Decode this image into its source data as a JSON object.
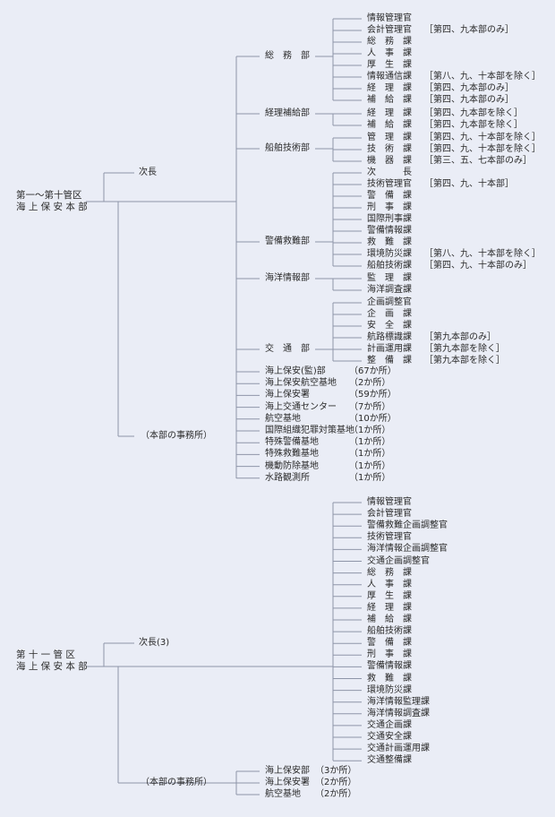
{
  "hq1": {
    "line1": "第一〜第十管区",
    "line2": "海 上 保 安 本 部",
    "deputy": "次長",
    "departments": {
      "soumu": "総　務　部",
      "keiri": "経理補給部",
      "senpaku": "船舶技術部",
      "keibi": "警備救難部",
      "kaiyou": "海洋情報部",
      "koutsu": "交　通　部"
    },
    "soumu_items": [
      {
        "name": "情報管理官",
        "note": ""
      },
      {
        "name": "会計管理官",
        "note": "［第四、九本部のみ］"
      },
      {
        "name": "総　務　課",
        "note": ""
      },
      {
        "name": "人　事　課",
        "note": ""
      },
      {
        "name": "厚　生　課",
        "note": ""
      },
      {
        "name": "情報通信課",
        "note": "［第八、九、十本部を除く］"
      },
      {
        "name": "経　理　課",
        "note": "［第四、九本部のみ］"
      },
      {
        "name": "補　給　課",
        "note": "［第四、九本部のみ］"
      }
    ],
    "keiri_items": [
      {
        "name": "経　理　課",
        "note": "［第四、九本部を除く］"
      },
      {
        "name": "補　給　課",
        "note": "［第四、九本部を除く］"
      }
    ],
    "senpaku_items": [
      {
        "name": "管　理　課",
        "note": "［第四、九、十本部を除く］"
      },
      {
        "name": "技　術　課",
        "note": "［第四、九、十本部を除く］"
      },
      {
        "name": "機　器　課",
        "note": "［第三、五、七本部のみ］"
      }
    ],
    "keibi_items": [
      {
        "name": "次　　　長",
        "note": ""
      },
      {
        "name": "技術管理官",
        "note": "［第四、九、十本部］"
      },
      {
        "name": "警　備　課",
        "note": ""
      },
      {
        "name": "刑　事　課",
        "note": ""
      },
      {
        "name": "国際刑事課",
        "note": ""
      },
      {
        "name": "警備情報課",
        "note": ""
      },
      {
        "name": "救　難　課",
        "note": ""
      },
      {
        "name": "環境防災課",
        "note": "［第八、九、十本部を除く］"
      },
      {
        "name": "船舶技術課",
        "note": "［第四、九、十本部のみ］"
      }
    ],
    "kaiyou_items": [
      {
        "name": "監　理　課",
        "note": ""
      },
      {
        "name": "海洋調査課",
        "note": ""
      }
    ],
    "koutsu_items": [
      {
        "name": "企画調整官",
        "note": ""
      },
      {
        "name": "企　画　課",
        "note": ""
      },
      {
        "name": "安　全　課",
        "note": ""
      },
      {
        "name": "航路標識課",
        "note": "［第九本部のみ］"
      },
      {
        "name": "計画運用課",
        "note": "［第九本部を除く］"
      },
      {
        "name": "整　備　課",
        "note": "［第九本部を除く］"
      }
    ],
    "offices_label": "（本部の事務所）",
    "offices": [
      {
        "name": "海上保安(監)部",
        "count": "（67か所）"
      },
      {
        "name": "海上保安航空基地",
        "count": "（2か所）"
      },
      {
        "name": "海上保安署",
        "count": "（59か所）"
      },
      {
        "name": "海上交通センター",
        "count": "（7か所）"
      },
      {
        "name": "航空基地",
        "count": "（10か所）"
      },
      {
        "name": "国際組織犯罪対策基地",
        "count": "（1か所）"
      },
      {
        "name": "特殊警備基地",
        "count": "（1か所）"
      },
      {
        "name": "特殊救難基地",
        "count": "（1か所）"
      },
      {
        "name": "機動防除基地",
        "count": "（1か所）"
      },
      {
        "name": "水路観測所",
        "count": "（1か所）"
      }
    ]
  },
  "hq11": {
    "line1": "第 十 一 管 区",
    "line2": "海 上 保 安 本 部",
    "deputy": "次長(3)",
    "items": [
      "情報管理官",
      "会計管理官",
      "警備救難企画調整官",
      "技術管理官",
      "海洋情報企画調整官",
      "交通企画調整官",
      "総　務　課",
      "人　事　課",
      "厚　生　課",
      "経　理　課",
      "補　給　課",
      "船舶技術課",
      "警　備　課",
      "刑　事　課",
      "警備情報課",
      "救　難　課",
      "環境防災課",
      "海洋情報監理課",
      "海洋情報調査課",
      "交通企画課",
      "交通安全課",
      "交通計画運用課",
      "交通整備課"
    ],
    "offices_label": "（本部の事務所）",
    "offices": [
      {
        "name": "海上保安部",
        "count": "（3か所）"
      },
      {
        "name": "海上保安署",
        "count": "（2か所）"
      },
      {
        "name": "航空基地",
        "count": "（2か所）"
      }
    ]
  },
  "colors": {
    "line": "#8e95a8",
    "text": "#2a2a2a",
    "background": "#eaedf6"
  }
}
